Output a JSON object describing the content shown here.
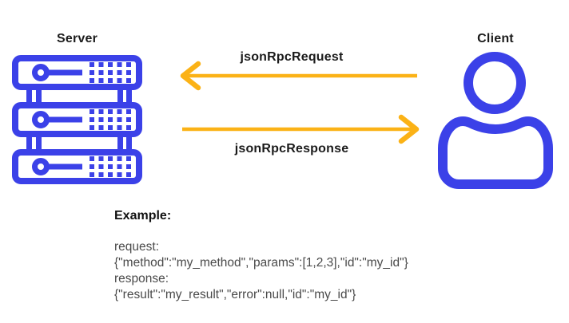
{
  "diagram": {
    "server": {
      "label": "Server"
    },
    "client": {
      "label": "Client"
    },
    "request": {
      "label": "jsonRpcRequest",
      "direction": "right-to-left"
    },
    "response": {
      "label": "jsonRpcResponse",
      "direction": "left-to-right"
    }
  },
  "example": {
    "heading": "Example:",
    "lines": [
      "request:",
      "{\"method\":\"my_method\",\"params\":[1,2,3],\"id\":\"my_id\"}",
      "response:",
      "{\"result\":\"my_result\",\"error\":null,\"id\":\"my_id\"}"
    ]
  },
  "colors": {
    "icon_blue": "#3B41E8",
    "arrow_amber": "#FBB216",
    "label_black": "#1B1B1B",
    "code_gray": "#4A4A4A",
    "bg_white": "#FFFFFF"
  }
}
